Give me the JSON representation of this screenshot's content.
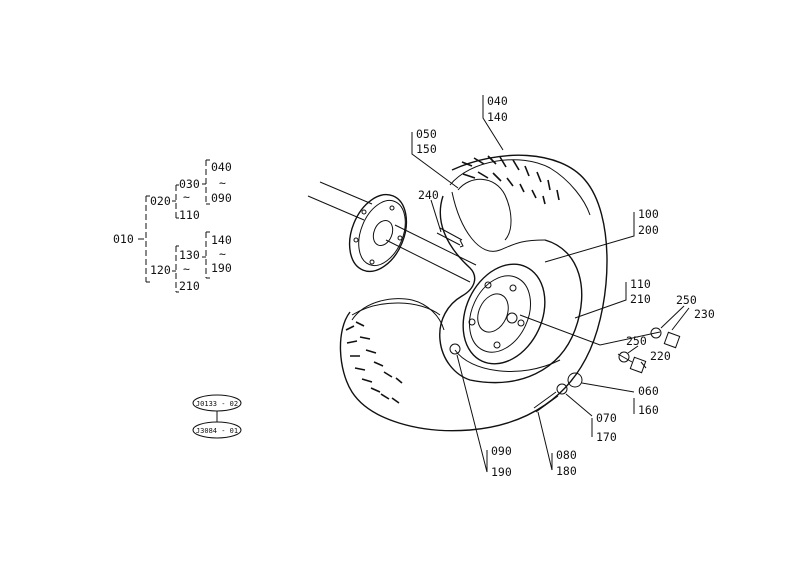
{
  "tree": {
    "root": "010",
    "groups": [
      {
        "label": "020",
        "sub": [
          {
            "label": "030",
            "range": [
              "030",
              "110"
            ]
          },
          {
            "label": "040",
            "range": [
              "040",
              "090"
            ]
          }
        ]
      },
      {
        "label": "120",
        "sub": [
          {
            "label": "130",
            "range": [
              "130",
              "210"
            ]
          },
          {
            "label": "140",
            "range": [
              "140",
              "190"
            ]
          }
        ]
      }
    ],
    "tilde": "~"
  },
  "badges": {
    "top": "J0133 - 02",
    "bottom": "J3084 - 01"
  },
  "callouts": {
    "c040": "040",
    "c140": "140",
    "c050": "050",
    "c150": "150",
    "c240": "240",
    "c100": "100",
    "c200": "200",
    "c110": "110",
    "c210": "210",
    "c250a": "250",
    "c230": "230",
    "c220": "220",
    "c250b": "250",
    "c060": "060",
    "c160": "160",
    "c070": "070",
    "c170": "170",
    "c080": "080",
    "c180": "180",
    "c090": "090",
    "c190": "190"
  }
}
